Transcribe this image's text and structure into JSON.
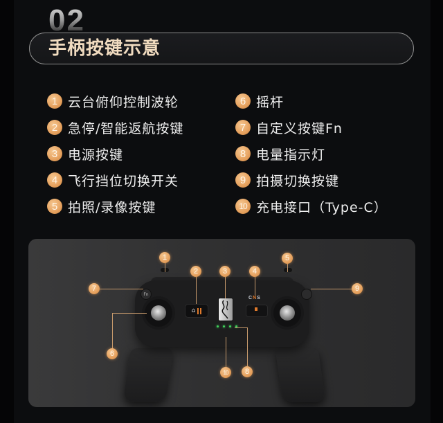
{
  "header": {
    "section_number": "02",
    "title": "手柄按键示意"
  },
  "legend": {
    "left": [
      {
        "num": "1",
        "label": "云台俯仰控制波轮"
      },
      {
        "num": "2",
        "label": "急停/智能返航按键"
      },
      {
        "num": "3",
        "label": "电源按键"
      },
      {
        "num": "4",
        "label": "飞行挡位切换开关"
      },
      {
        "num": "5",
        "label": "拍照/录像按键"
      }
    ],
    "right": [
      {
        "num": "6",
        "label": "摇杆"
      },
      {
        "num": "7",
        "label": "自定义按键Fn"
      },
      {
        "num": "8",
        "label": "电量指示灯"
      },
      {
        "num": "9",
        "label": "拍摄切换按键"
      },
      {
        "num": "10",
        "label": "充电接口（Type-C）"
      }
    ]
  },
  "diagram": {
    "fn_button_label": "Fn",
    "mode_switch": {
      "options": [
        "C",
        "N",
        "S"
      ],
      "active": "N"
    },
    "battery_leds": 4,
    "callouts": [
      "1",
      "2",
      "3",
      "4",
      "5",
      "6",
      "7",
      "8",
      "9",
      "10"
    ]
  },
  "colors": {
    "badge": "#e6a15e",
    "title_text": "#f1dcc0",
    "led": "#3fd25a",
    "accent_orange": "#e07a2c"
  }
}
